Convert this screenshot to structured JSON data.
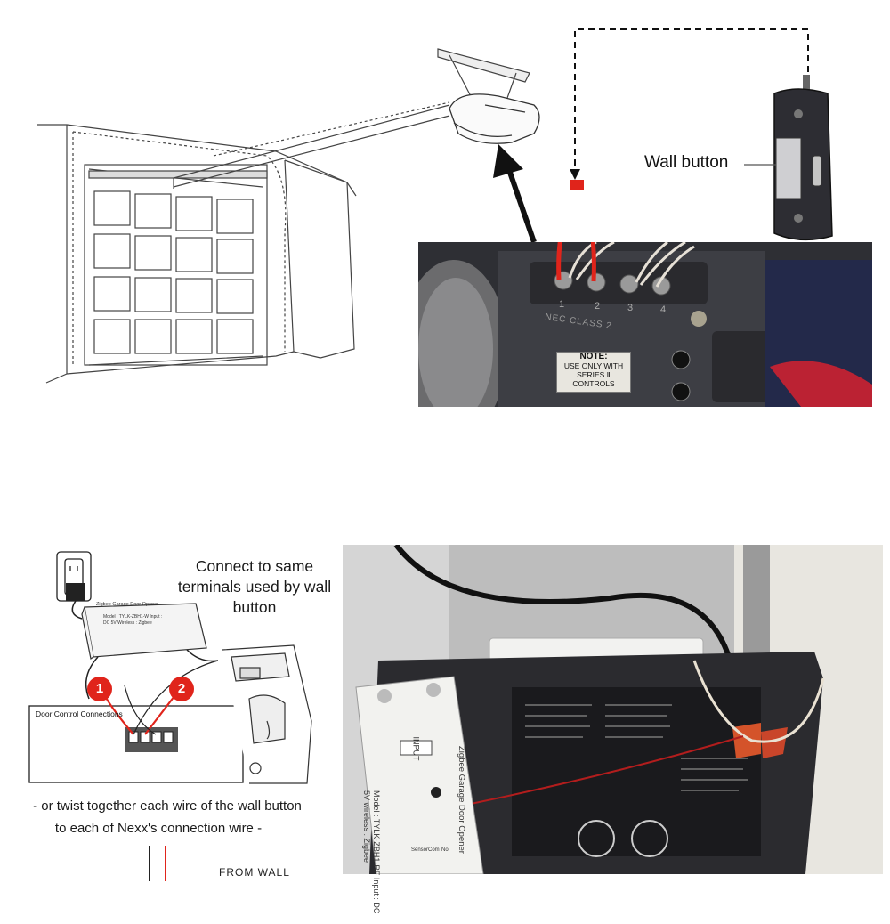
{
  "top_diagram": {
    "wall_button_label": "Wall button",
    "terminal_numbers": [
      "1",
      "2",
      "3",
      "4"
    ],
    "nec_label": "NEC CLASS 2",
    "note_title": "NOTE:",
    "note_line1": "USE ONLY WITH",
    "note_line2": "SERIES Ⅱ CONTROLS"
  },
  "bottom_left_diagram": {
    "connect_note": "Connect to same terminals used by wall button",
    "badge_1": "1",
    "badge_2": "2",
    "door_control_label": "Door Control Connections",
    "module_title": "Zigbee Garage Door Opener",
    "module_text": "Model : TYLK-ZBH1-W Input : DC 5V Wireless : Zigbee",
    "twist_note_line1": "- or twist together each wire of the wall button",
    "twist_note_line2": "to each of Nexx's connection wire -",
    "from_wall": "FROM WALL"
  },
  "photo": {
    "module_input": "INPUT",
    "module_title": "Zigbee Garage Door Opener",
    "module_text": "Model : TYLK-ZBH1-RF Input : DC 5V wireless : Zigbee",
    "sensor": "Sensor",
    "com": "Com",
    "no": "No"
  },
  "colors": {
    "wire_red": "#e0241b",
    "line_art": "#333333",
    "opener_body": "#3b3c44"
  }
}
